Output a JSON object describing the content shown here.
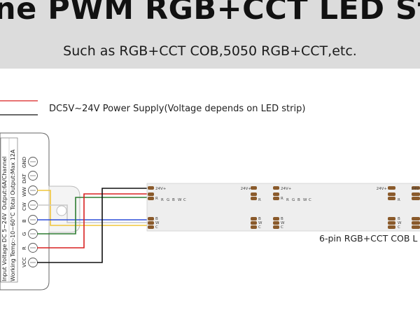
{
  "banner": {
    "title": "ne PWM RGB+CCT LED Str",
    "subtitle": "Such as RGB+CCT COB,5050 RGB+CCT,etc."
  },
  "power_supply": {
    "label": "DC5V~24V Power Supply(Voltage depends on LED strip)",
    "wire_colors": {
      "positive": "#d92020",
      "negative": "#111111"
    }
  },
  "controller": {
    "spec_lines": [
      "Input Voltage DC 5~24V",
      "Working Temp:-10~60°C",
      "Output:6A/Channel",
      "Total Output:Max 12A"
    ],
    "terminals": [
      "GND",
      "DAT",
      "WW",
      "CW",
      "B",
      "G",
      "R",
      "VCC"
    ]
  },
  "wires": {
    "ww": "#f0c53a",
    "cw": "#c9c9c9",
    "b": "#2f4fd8",
    "g": "#2e7d32",
    "r": "#d92020",
    "vcc": "#111111"
  },
  "led_strip": {
    "caption": "6-pin RGB+CCT COB L",
    "pad_labels_top": [
      "24V+",
      "R",
      "R",
      "G",
      "B",
      "W",
      "C"
    ],
    "pad_labels_bottom": [
      "B",
      "W",
      "C"
    ],
    "pad_color": "#8a5a2b",
    "strip_color": "#eeeeee"
  }
}
